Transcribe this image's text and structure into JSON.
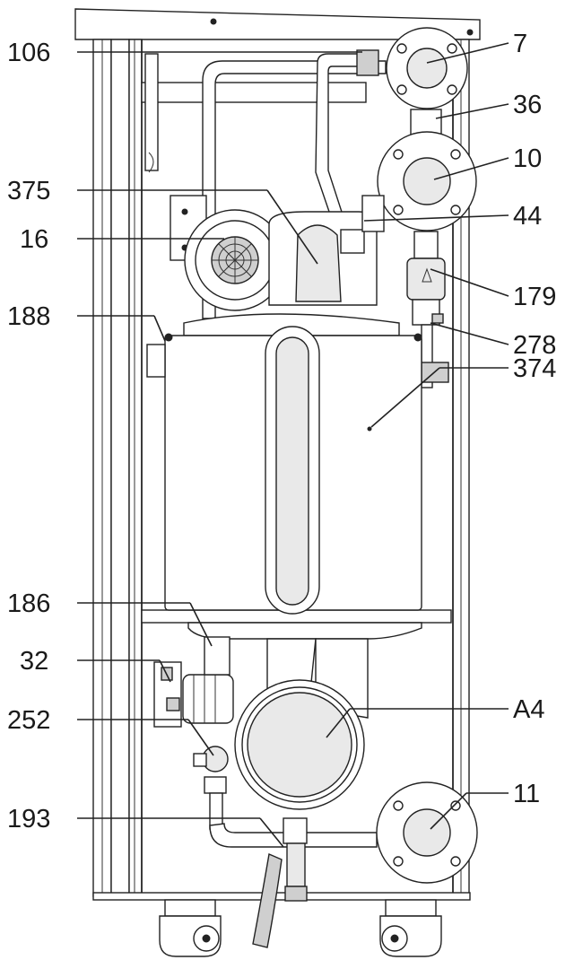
{
  "labels": {
    "l106": "106",
    "l7": "7",
    "l36": "36",
    "l10": "10",
    "l375": "375",
    "l44": "44",
    "l16": "16",
    "l179": "179",
    "l188": "188",
    "l278": "278",
    "l374": "374",
    "l186": "186",
    "l32": "32",
    "lA4": "A4",
    "l252": "252",
    "l11": "11",
    "l193": "193"
  }
}
